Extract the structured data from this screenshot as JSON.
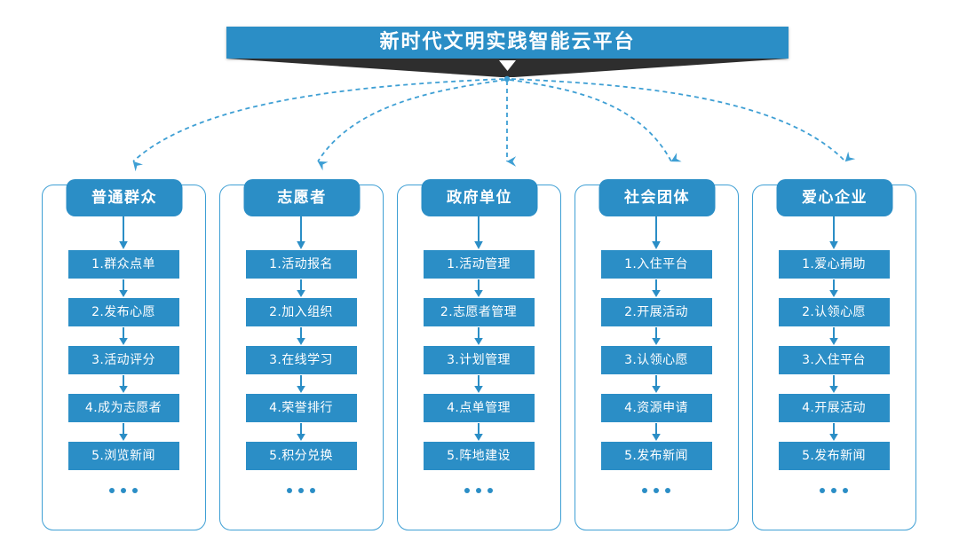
{
  "banner": {
    "title": "新时代文明实践智能云平台",
    "chevron_icon": "chevron-down-icon",
    "bar_color": "#2b8ec6",
    "chevron_color": "#2e2e2e"
  },
  "theme": {
    "primary_blue": "#2b8ec6",
    "frame_blue": "#3e9fd4",
    "connector_blue": "#3e9fd4",
    "text_white": "#ffffff",
    "background": "#ffffff"
  },
  "connectors": {
    "style": "dashed",
    "arrow_icon": "arrow-down-icon",
    "source_label": "新时代文明实践智能云平台",
    "targets": [
      "普通群众",
      "志愿者",
      "政府单位",
      "社会团体",
      "爱心企业"
    ]
  },
  "columns": [
    {
      "header": "普通群众",
      "steps": [
        "1.群众点单",
        "2.发布心愿",
        "3.活动评分",
        "4.成为志愿者",
        "5.浏览新闻"
      ],
      "more": "•••"
    },
    {
      "header": "志愿者",
      "steps": [
        "1.活动报名",
        "2.加入组织",
        "3.在线学习",
        "4.荣誉排行",
        "5.积分兑换"
      ],
      "more": "•••"
    },
    {
      "header": "政府单位",
      "steps": [
        "1.活动管理",
        "2.志愿者管理",
        "3.计划管理",
        "4.点单管理",
        "5.阵地建设"
      ],
      "more": "•••"
    },
    {
      "header": "社会团体",
      "steps": [
        "1.入住平台",
        "2.开展活动",
        "3.认领心愿",
        "4.资源申请",
        "5.发布新闻"
      ],
      "more": "•••"
    },
    {
      "header": "爱心企业",
      "steps": [
        "1.爱心捐助",
        "2.认领心愿",
        "3.入住平台",
        "4.开展活动",
        "5.发布新闻"
      ],
      "more": "•••"
    }
  ]
}
